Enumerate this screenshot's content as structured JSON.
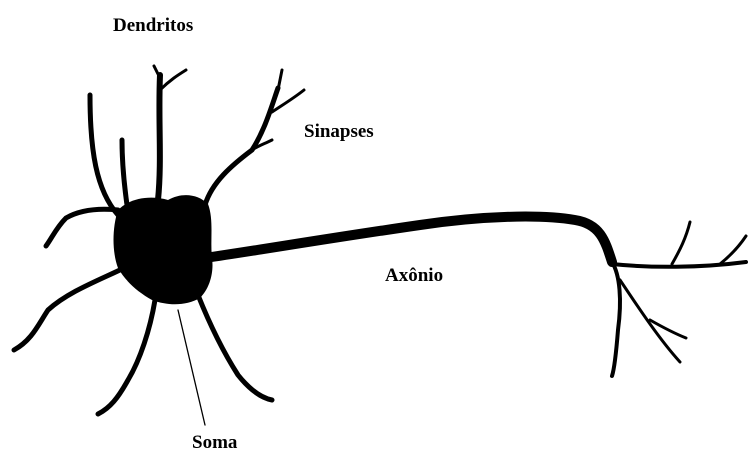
{
  "labels": {
    "dendritos": "Dendritos",
    "sinapses": "Sinapses",
    "axonio": "Axônio",
    "soma": "Soma"
  },
  "colors": {
    "ink": "#000000",
    "background": "#ffffff"
  }
}
